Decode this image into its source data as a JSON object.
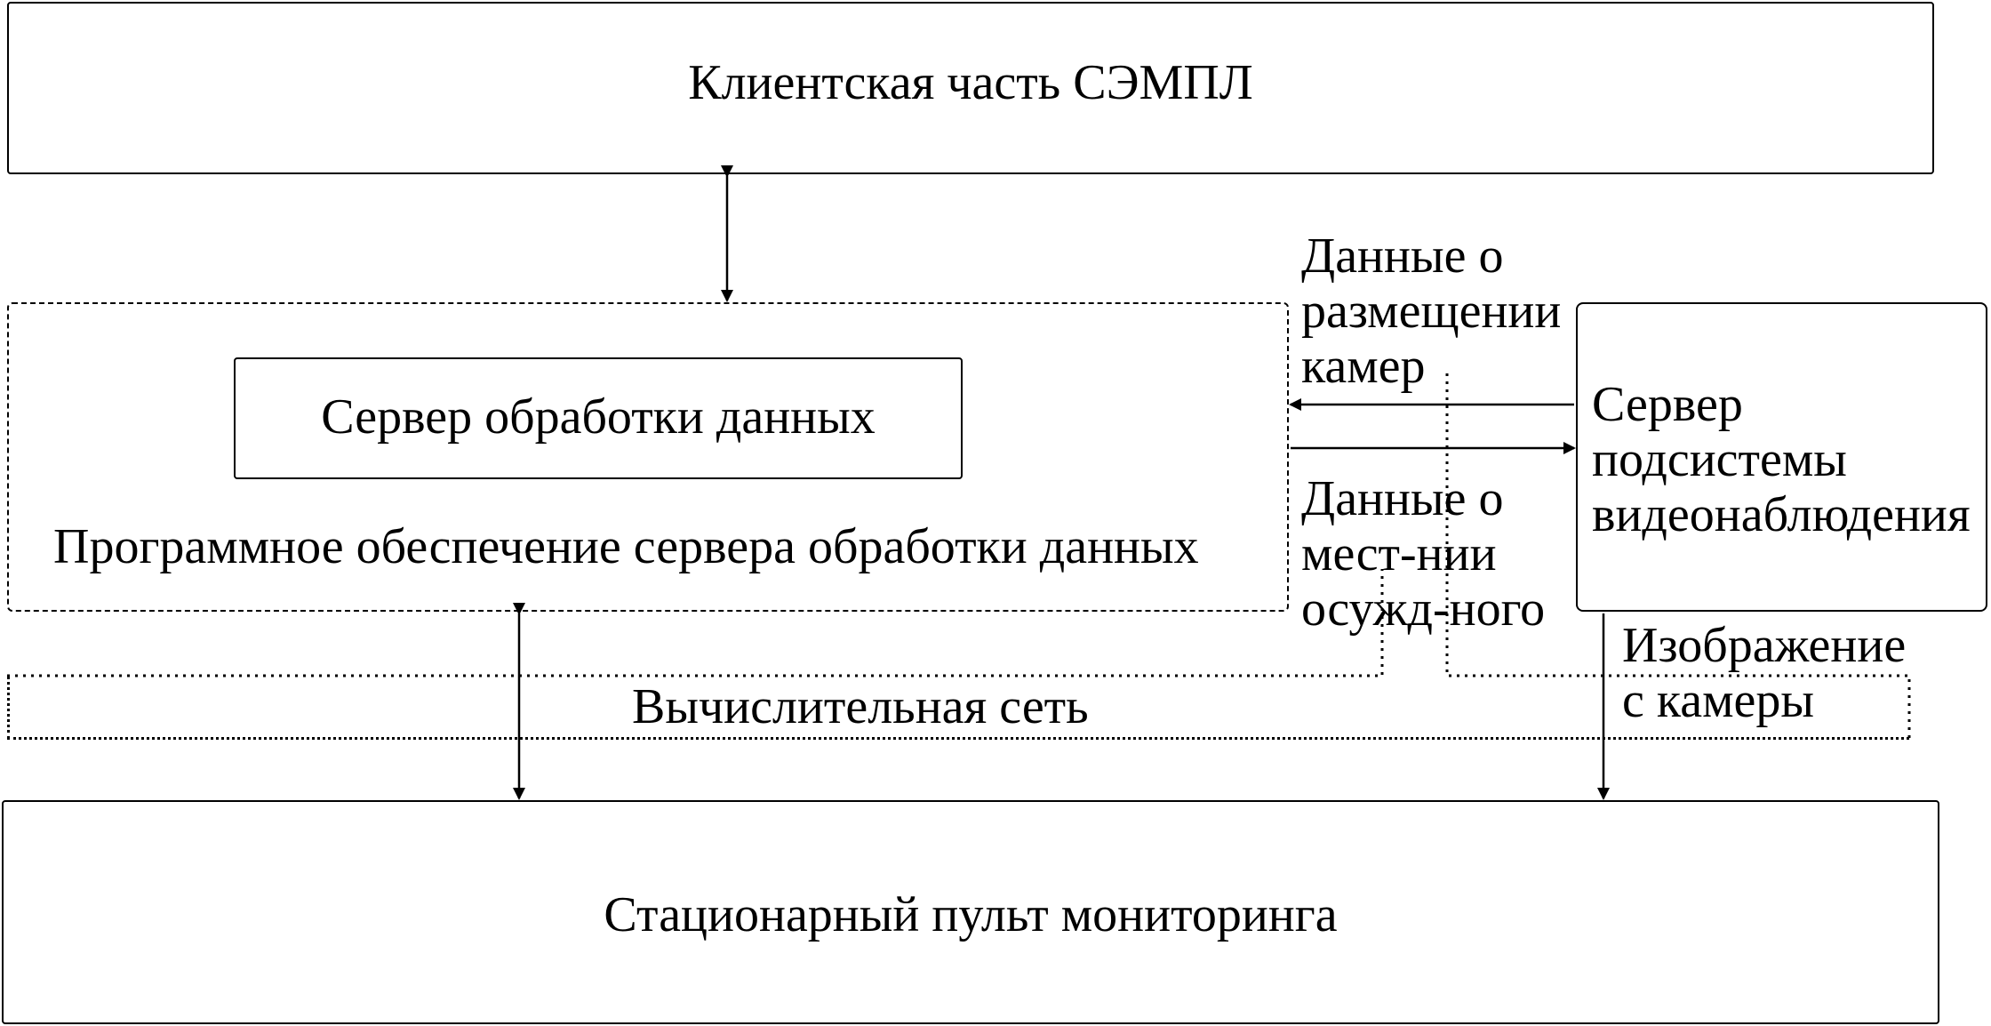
{
  "client_block": {
    "label": "Клиентская часть СЭМПЛ"
  },
  "server_sw_block": {
    "label": "Программное обеспечение сервера обработки данных"
  },
  "data_server_block": {
    "label": "Сервер обработки данных"
  },
  "video_server_block": {
    "label": "Сервер\nподсистемы\nвидеонаблюдения"
  },
  "network_block": {
    "label": "Вычислительная сеть"
  },
  "monitoring_block": {
    "label": "Стационарный пульт мониторинга"
  },
  "edge_labels": {
    "camera_placement": "Данные о\nразмещении\nкамер",
    "convict_location": "Данные о\nмест-нии\nосужд-ного",
    "camera_image": "Изображение\nс камеры"
  }
}
